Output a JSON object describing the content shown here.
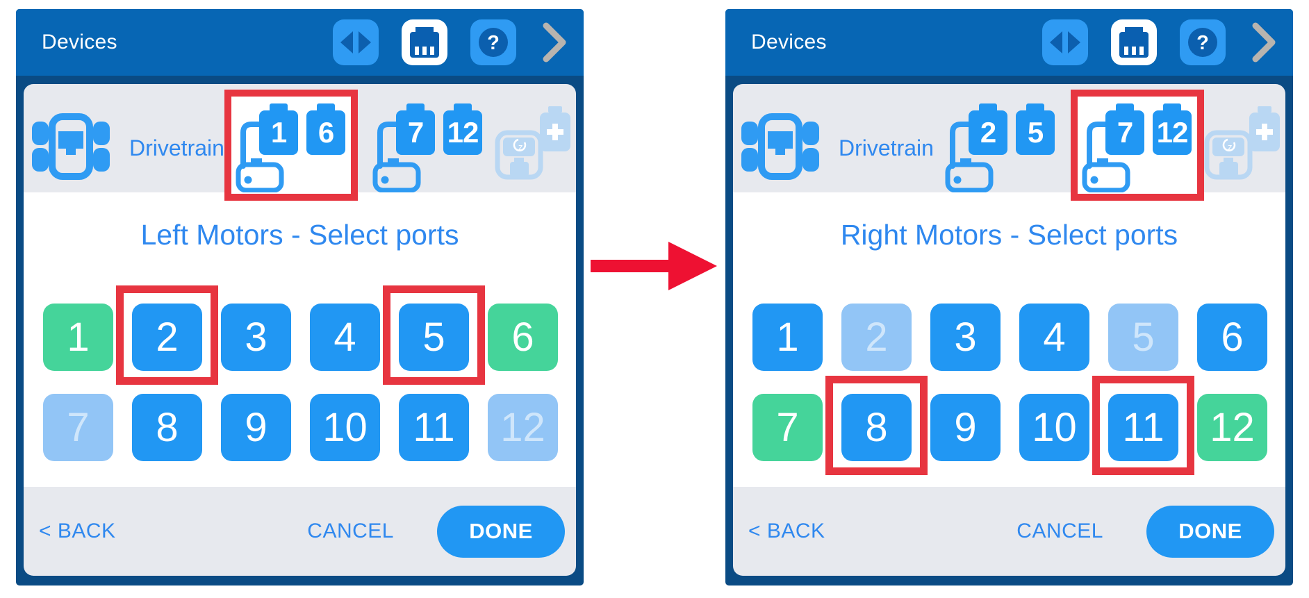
{
  "colors": {
    "header-blue": "#0766b4",
    "panel-border": "#0a4b84",
    "banner-gray": "#e7e9ee",
    "accent-blue": "#2f9bf3",
    "glyph-blue": "#0b5fae",
    "text-blue": "#2f88ef",
    "port-active": "#2197f3",
    "port-available": "#45d49a",
    "port-disabled": "#92c5f6",
    "port-disabled-text": "#cfe6fb",
    "annotation-red": "#e73540",
    "arrow-red": "#ee1132",
    "chevron-gray": "#b8b4af",
    "faded-blue": "#b9d7f3"
  },
  "panels": [
    {
      "header": {
        "title": "Devices"
      },
      "banner": {
        "device_label": "Drivetrain",
        "groups": [
          {
            "badges": [
              "1",
              "6"
            ],
            "selected": true
          },
          {
            "badges": [
              "7",
              "12"
            ],
            "selected": false
          }
        ]
      },
      "title": "Left Motors - Select ports",
      "ports": [
        {
          "label": "1",
          "state": "available",
          "highlight": false
        },
        {
          "label": "2",
          "state": "active",
          "highlight": true
        },
        {
          "label": "3",
          "state": "active",
          "highlight": false
        },
        {
          "label": "4",
          "state": "active",
          "highlight": false
        },
        {
          "label": "5",
          "state": "active",
          "highlight": true
        },
        {
          "label": "6",
          "state": "available",
          "highlight": false
        },
        {
          "label": "7",
          "state": "disabled",
          "highlight": false
        },
        {
          "label": "8",
          "state": "active",
          "highlight": false
        },
        {
          "label": "9",
          "state": "active",
          "highlight": false
        },
        {
          "label": "10",
          "state": "active",
          "highlight": false
        },
        {
          "label": "11",
          "state": "active",
          "highlight": false
        },
        {
          "label": "12",
          "state": "disabled",
          "highlight": false
        }
      ],
      "footer": {
        "back": "< BACK",
        "cancel": "CANCEL",
        "done": "DONE"
      }
    },
    {
      "header": {
        "title": "Devices"
      },
      "banner": {
        "device_label": "Drivetrain",
        "groups": [
          {
            "badges": [
              "2",
              "5"
            ],
            "selected": false
          },
          {
            "badges": [
              "7",
              "12"
            ],
            "selected": true
          }
        ]
      },
      "title": "Right Motors - Select ports",
      "ports": [
        {
          "label": "1",
          "state": "active",
          "highlight": false
        },
        {
          "label": "2",
          "state": "disabled",
          "highlight": false
        },
        {
          "label": "3",
          "state": "active",
          "highlight": false
        },
        {
          "label": "4",
          "state": "active",
          "highlight": false
        },
        {
          "label": "5",
          "state": "disabled",
          "highlight": false
        },
        {
          "label": "6",
          "state": "active",
          "highlight": false
        },
        {
          "label": "7",
          "state": "available",
          "highlight": false
        },
        {
          "label": "8",
          "state": "active",
          "highlight": true
        },
        {
          "label": "9",
          "state": "active",
          "highlight": false
        },
        {
          "label": "10",
          "state": "active",
          "highlight": false
        },
        {
          "label": "11",
          "state": "active",
          "highlight": true
        },
        {
          "label": "12",
          "state": "available",
          "highlight": false
        }
      ],
      "footer": {
        "back": "< BACK",
        "cancel": "CANCEL",
        "done": "DONE"
      }
    }
  ]
}
